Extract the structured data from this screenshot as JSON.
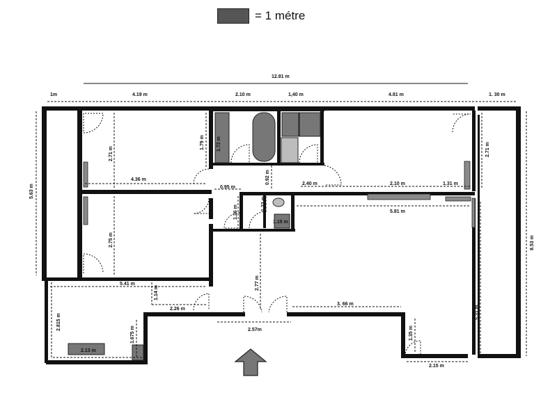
{
  "legend": {
    "text": "= 1 métre"
  },
  "dimensions": {
    "total_width": "12.81 m",
    "d_1m": "1m",
    "d_419": "4.19 m",
    "d_210_top": "2.10 m",
    "d_140": "1,40 m",
    "d_481": "4.81 m",
    "d_130": "1. 30 m",
    "d_563": "5.63 m",
    "d_271_left": "2.71 m",
    "d_179": "1.79 m",
    "d_172": "1.72 m",
    "d_271_right": "2.71 m",
    "d_436": "4.36 m",
    "d_092": "0.92 m",
    "d_095": "0.95 m",
    "d_240": "2.40 m",
    "d_210_mid": "2.10 m",
    "d_131": "1.31 m",
    "d_126": "1.26 m",
    "d_122": "1.22 m",
    "d_115": "1.15 m",
    "d_581": "5.81 m",
    "d_853": "8.53 m",
    "d_275": "2.75 m",
    "d_541": "5.41 m",
    "d_114": "1.14 m",
    "d_226": "2.26 m",
    "d_277": "2.77 m",
    "d_366": "3. 66 m",
    "d_531": "5.31 m",
    "d_2815": "2.815 m",
    "d_1675": "1.675 m",
    "d_213": "2.13 m",
    "d_257": "2.57m",
    "d_135": "1.35 m",
    "d_215": "2.15 m"
  },
  "entrance": {
    "icon": "entrance-arrow-icon"
  }
}
